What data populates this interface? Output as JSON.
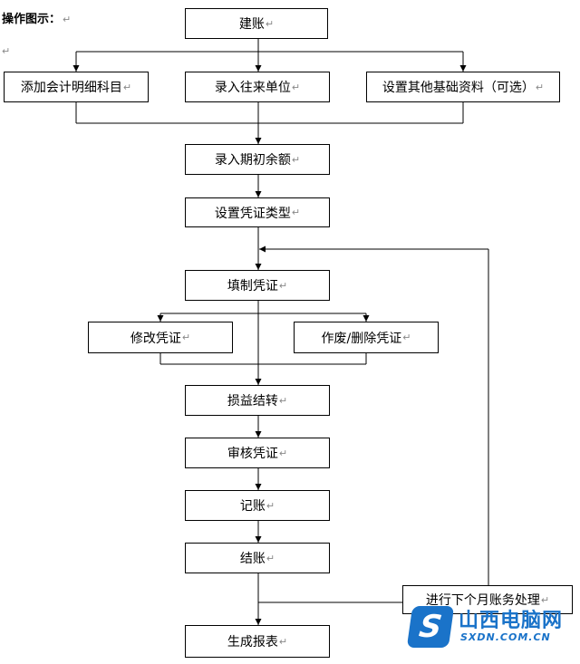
{
  "heading": "操作图示：",
  "paragraph_mark": "↵",
  "nodes": {
    "create_account": "建账",
    "add_subjects": "添加会计明细科目",
    "enter_units": "录入往来单位",
    "other_basics": "设置其他基础资料（可选）",
    "opening_balance": "录入期初余额",
    "voucher_type": "设置凭证类型",
    "fill_voucher": "填制凭证",
    "modify_voucher": "修改凭证",
    "void_voucher": "作废/删除凭证",
    "pl_transfer": "损益结转",
    "audit_voucher": "审核凭证",
    "bookkeeping": "记账",
    "close_account": "结账",
    "next_month": "进行下个月账务处理",
    "reports": "生成报表"
  },
  "logo": {
    "mark": "S",
    "title": "山西电脑网",
    "subtitle": "SXDN.COM.CN",
    "brand_color": "#1a73c9"
  }
}
